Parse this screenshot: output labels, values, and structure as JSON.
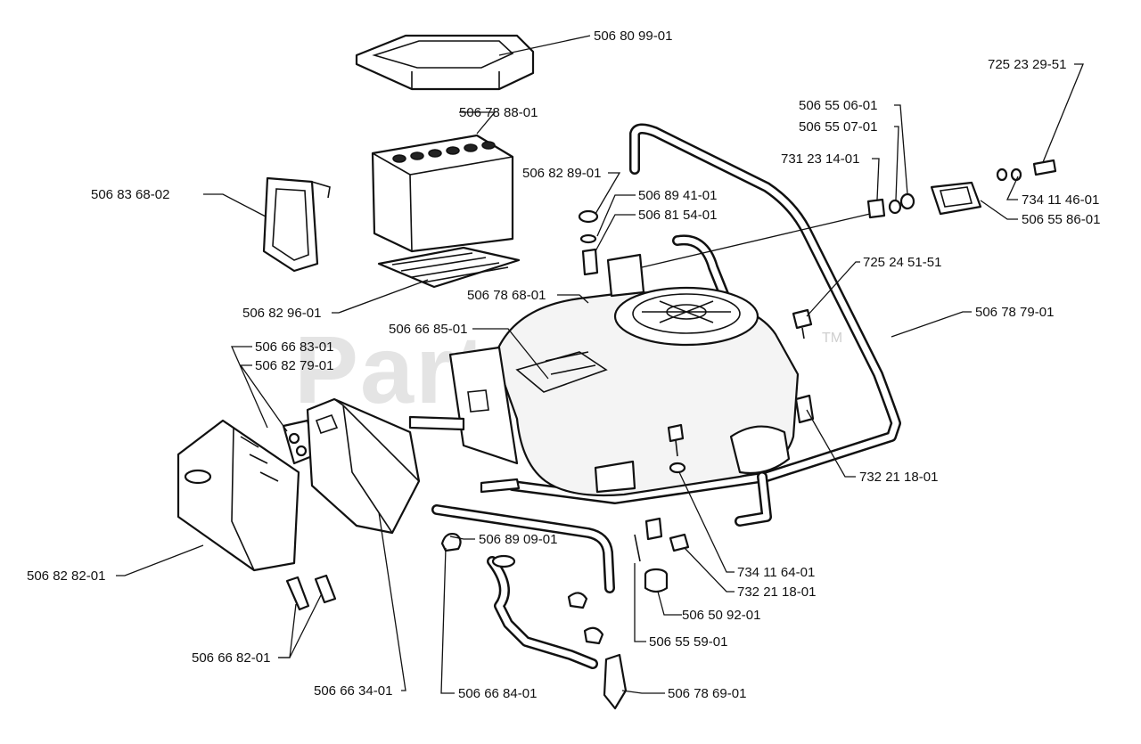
{
  "watermark": {
    "text": "PartsTree",
    "trademark": "TM"
  },
  "callouts": {
    "top_cover": "506 80 99-01",
    "battery": "506 78 88-01",
    "battery_strap": "506 83 68-02",
    "battery_tray": "506 82 96-01",
    "bolt_top": "506 82 89-01",
    "washer_top": "506 89 41-01",
    "spacer_top": "506 81 54-01",
    "engine": "506 78 68-01",
    "shroud_plate": "506 66 85-01",
    "bracket_screw": "506 66 83-01",
    "bracket": "506 82 79-01",
    "muffler_guard": "506 82 82-01",
    "guard_screws": "506 66 82-01",
    "muffler": "506 66 34-01",
    "p_clip": "506 66 84-01",
    "choke_rod": "506 89 09-01",
    "pin": "506 55 59-01",
    "grommet": "506 50 92-01",
    "lower_rod": "506 78 69-01",
    "lockwasher": "734 11 64-01",
    "nut_lower": "732 21 18-01",
    "nut_right": "732 21 18-01",
    "bolt_right": "725 24 51-51",
    "handle_frame": "506 78 79-01",
    "bolt_far_right": "725 23 29-51",
    "washer_far_right": "734 11 46-01",
    "switch": "506 55 86-01",
    "nut_top": "731 23 14-01",
    "part_a": "506 55 06-01",
    "part_b": "506 55 07-01"
  }
}
